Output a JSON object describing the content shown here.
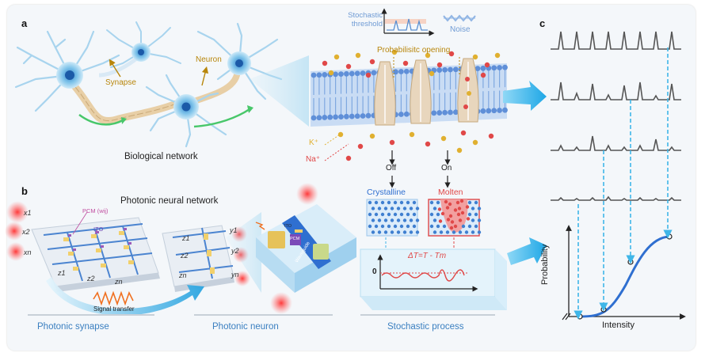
{
  "panels": {
    "a": "a",
    "b": "b",
    "c": "c"
  },
  "panel_a": {
    "synapse": "Synapse",
    "neuron": "Neuron",
    "caption": "Biological network",
    "stochastic_threshold": "Stochastic threshold",
    "noise": "Noise",
    "probabilistic_opening": "Probabilisitc  opening",
    "ion_k": "K⁺",
    "ion_na": "Na⁺",
    "off": "Off",
    "on": "On",
    "crystalline": "Crystalline",
    "molten": "Molten",
    "equation": "ΔT=T - Tm",
    "zero": "0"
  },
  "panel_b": {
    "title": "Photonic neural network",
    "pcm_label": "PCM (wij)",
    "ito_label": "ITO",
    "signal_transfer": "Signal transfer",
    "photonic_synapse": "Photonic synapse",
    "photonic_neuron": "Photonic neuron",
    "stochastic_process": "Stochastic process",
    "waveguide": "Waveguide",
    "pcm_small": "PCM",
    "ito_small": "ITO",
    "inputs": [
      "x1",
      "x2",
      "xn"
    ],
    "sums": [
      "z1",
      "z2",
      "zn"
    ],
    "outputs": [
      "y1",
      "y2",
      "yn"
    ]
  },
  "panel_c": {
    "y_axis": "Probability",
    "x_axis": "Intensity"
  },
  "colors": {
    "accent_blue": "#3a7fc0",
    "arrow_cyan": "#3fb6e8",
    "gold": "#b8860b",
    "red": "#e04848",
    "membrane": "#7fa8e0"
  }
}
